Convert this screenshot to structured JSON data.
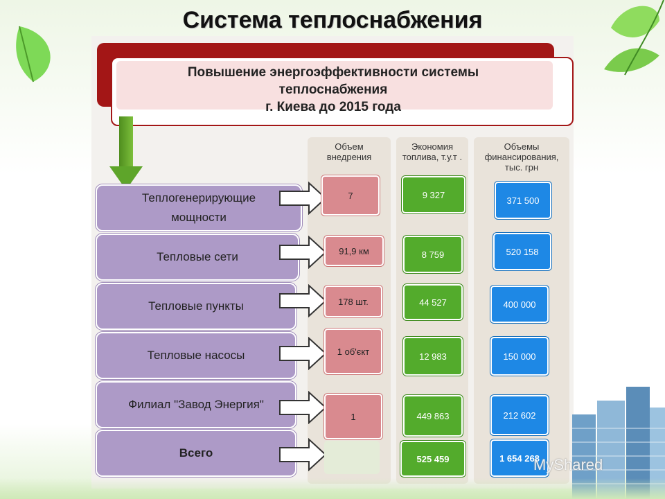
{
  "title": "Система теплоснабжения",
  "header": {
    "line1": "Повышение энергоэффективности системы",
    "line2": "теплоснабжения",
    "line3": "г. Киева до 2015 года"
  },
  "columns": [
    {
      "label": "Объем внедрения"
    },
    {
      "label": "Экономия топлива, т.у.т ."
    },
    {
      "label": "Объемы финансирования, тыс. грн"
    }
  ],
  "rows": [
    {
      "label": "Теплогенерирующие мощности",
      "volume": "7",
      "economy": "9 327",
      "financing": "371 500"
    },
    {
      "label": "Тепловые сети",
      "volume": "91,9 км",
      "economy": "8 759",
      "financing": "520 158"
    },
    {
      "label": "Тепловые пункты",
      "volume": "178 шт.",
      "economy": "44 527",
      "financing": "400 000"
    },
    {
      "label": "Тепловые насосы",
      "volume": "1 об'єкт",
      "economy": "12 983",
      "financing": "150 000"
    },
    {
      "label": "Филиал \"Завод Энергия\"",
      "volume": "1",
      "economy": "449 863",
      "financing": "212 602"
    },
    {
      "label": "Всего",
      "volume": "",
      "economy": "525 459",
      "financing": "1 654 268"
    }
  ],
  "watermark": "MyShared",
  "colors": {
    "red": "#a31616",
    "purple": "#ad9ac7",
    "pink": "#d98a8f",
    "green": "#53ab2c",
    "blue": "#1e88e5"
  }
}
